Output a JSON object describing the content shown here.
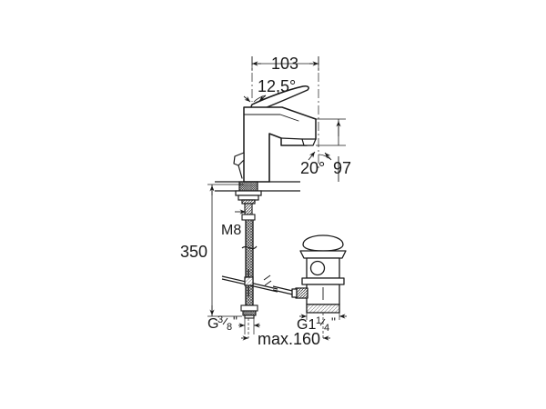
{
  "drawing": {
    "title": "Single-lever basin mixer technical dimension drawing",
    "background_color": "#ffffff",
    "line_color": "#1a1a1a",
    "dimensions": {
      "spout_reach": "103",
      "lever_angle": "12,5°",
      "spout_angle": "20°",
      "spout_height": "97",
      "total_length": "350",
      "lever_thread": "M8",
      "supply_thread": "G3/8\"",
      "supply_thread_main": "G",
      "supply_thread_num": "3",
      "supply_thread_den": "8",
      "supply_thread_quote": "\"",
      "waste_thread_main": "G1",
      "waste_thread_num": "1",
      "waste_thread_den": "4",
      "waste_thread_quote": "\"",
      "max_spread": "max.160"
    }
  }
}
